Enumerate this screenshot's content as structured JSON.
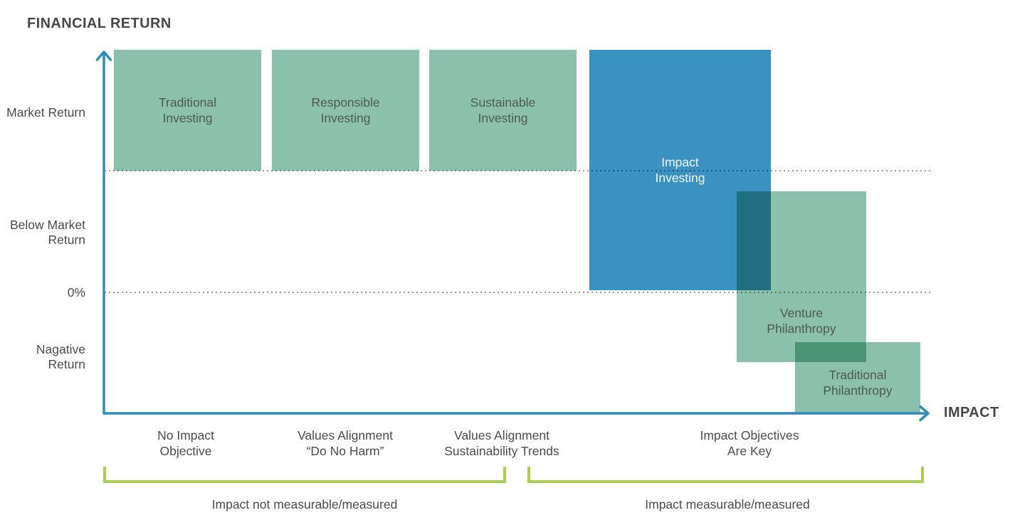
{
  "diagram": {
    "y_axis_title": "FINANCIAL RETURN",
    "x_axis_title": "IMPACT",
    "y_tick_labels": [
      "Market Return",
      "Below Market\nReturn",
      "0%",
      "Nagative\nReturn"
    ],
    "x_tick_labels": [
      "No Impact\nObjective",
      "Values Alignment\n“Do No Harm”",
      "Values Alignment\nSustainability Trends",
      "Impact Objectives\nAre Key"
    ],
    "boxes": [
      {
        "label": "Traditional\nInvesting",
        "color": "#8bc1ac"
      },
      {
        "label": "Responsible\nInvesting",
        "color": "#8bc1ac"
      },
      {
        "label": "Sustainable\nInvesting",
        "color": "#8bc1ac"
      },
      {
        "label": "Impact\nInvesting",
        "color": "#3992c0"
      },
      {
        "label": "Venture\nPhilanthropy",
        "color": "#8bc1ac"
      },
      {
        "label": "Traditional\nPhilanthropy",
        "color": "#8bc1ac"
      }
    ],
    "bracket_labels": [
      "Impact not measurable/measured",
      "Impact measurable/measured"
    ],
    "colors": {
      "box_green": "#8bc1ac",
      "box_blue": "#3992c0",
      "overlap_blue_green": "#1b6e7e",
      "overlap_green_green": "#4f9579",
      "axis_blue": "#2f8cba",
      "bracket_green": "#a9ce52",
      "gridline_gray": "#9a9a9a",
      "text_dark": "#4a4a4a"
    }
  }
}
